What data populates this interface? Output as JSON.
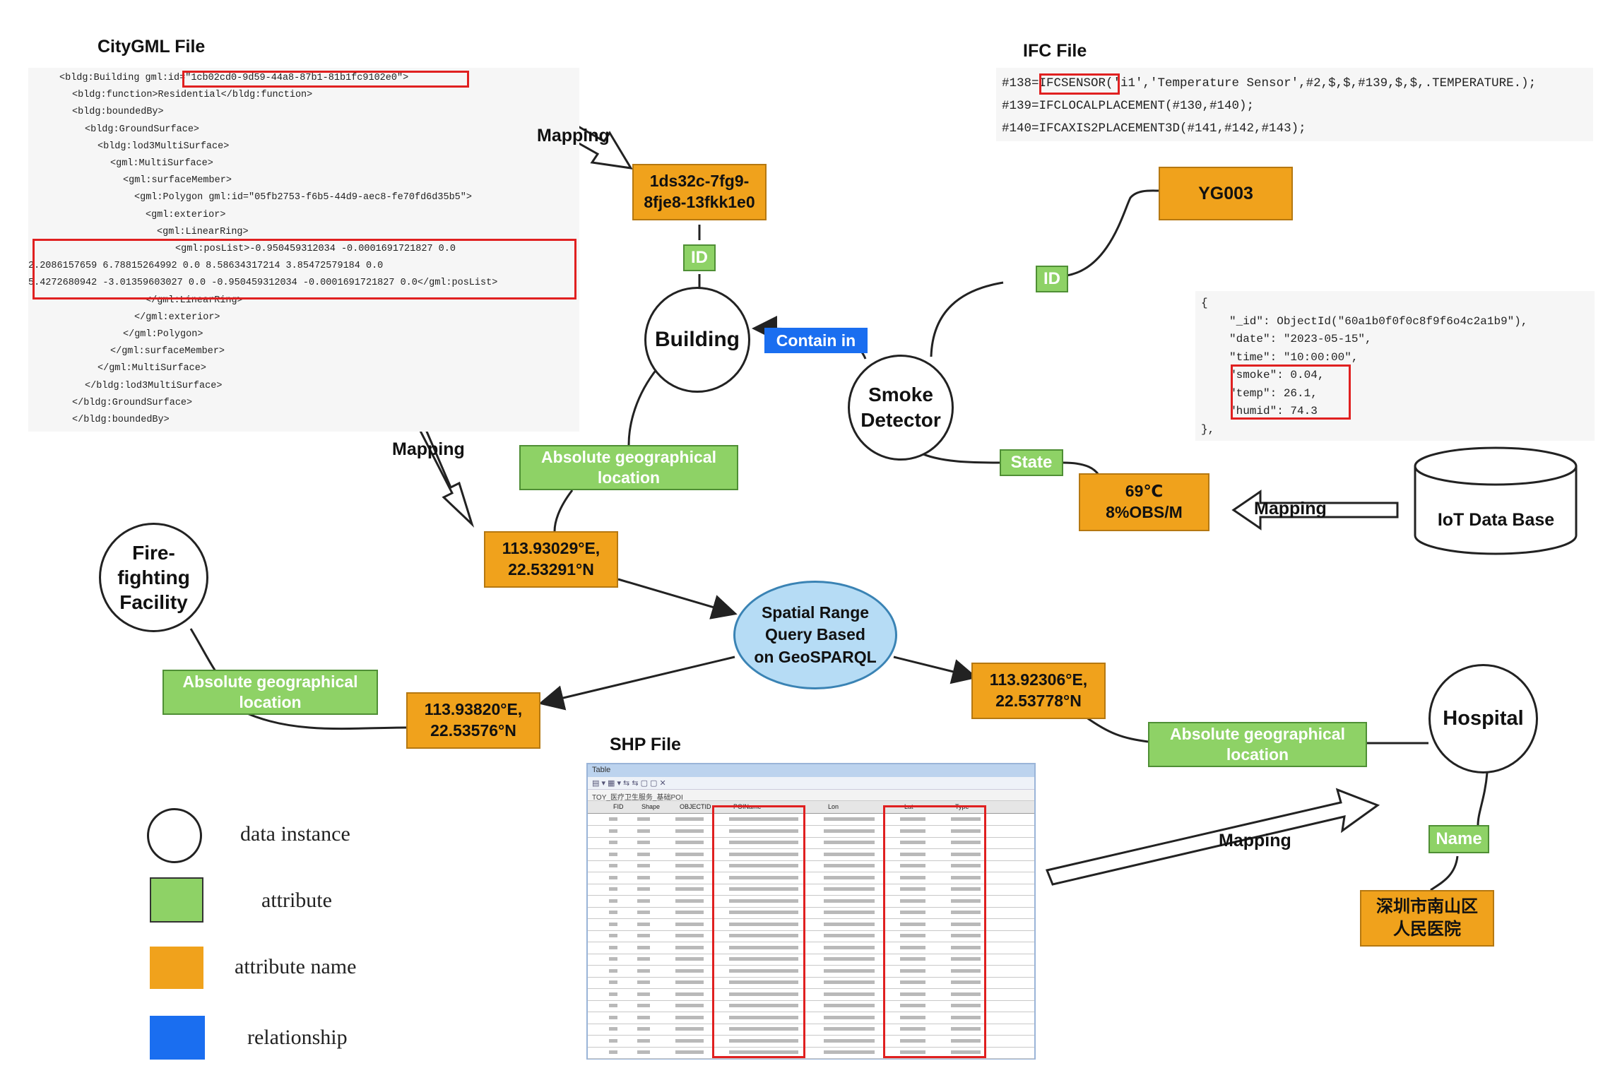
{
  "citygml": {
    "title": "CityGML File",
    "lines": [
      "<bldg:Building gml:id=\"1cb02cd0-9d59-44a8-87b1-81b1fc9102e0\">",
      "<bldg:function>Residential</bldg:function>",
      "<bldg:boundedBy>",
      "<bldg:GroundSurface>",
      "<bldg:lod3MultiSurface>",
      "<gml:MultiSurface>",
      "<gml:surfaceMember>",
      "<gml:Polygon gml:id=\"05fb2753-f6b5-44d9-aec8-fe70fd6d35b5\">",
      "<gml:exterior>",
      "<gml:LinearRing>",
      "<gml:posList>-0.950459312034 -0.0001691721827 0.0",
      "2.2086157659 6.78815264992 0.0 8.58634317214 3.85472579184 0.0",
      "5.4272680942 -3.01359603027 0.0 -0.950459312034 -0.0001691721827 0.0</gml:posList>",
      "</gml:LinearRing>",
      "</gml:exterior>",
      "</gml:Polygon>",
      "</gml:surfaceMember>",
      "</gml:MultiSurface>",
      "</bldg:lod3MultiSurface>",
      "</bldg:GroundSurface>",
      "</bldg:boundedBy>"
    ]
  },
  "ifc": {
    "title": "IFC File",
    "lines": [
      "#138=IFCSENSOR('i1','Temperature Sensor',#2,$,$,#139,$,$,.TEMPERATURE.);",
      "#139=IFCLOCALPLACEMENT(#130,#140);",
      "#140=IFCAXIS2PLACEMENT3D(#141,#142,#143);"
    ]
  },
  "json_record": {
    "lines": [
      "{",
      "\"_id\": ObjectId(\"60a1b0f0f0c8f9f6o4c2a1b9\"),",
      "\"date\": \"2023-05-15\",",
      "\"time\": \"10:00:00\",",
      "\"smoke\": 0.04,",
      "\"temp\": 26.1,",
      "\"humid\": 74.3",
      "},"
    ]
  },
  "nodes": {
    "building": "Building",
    "smoke_detector": "Smoke Detector",
    "firefighting": "Fire-fighting Facility",
    "hospital": "Hospital",
    "query": "Spatial Range Query Based on GeoSPARQL"
  },
  "values": {
    "building_id": "1ds32c-7fg9-8fje8-13fkk1e0",
    "detector_id": "YG003",
    "building_loc": "113.93029°E, 22.53291°N",
    "fire_loc": "113.93820°E, 22.53576°N",
    "hospital_loc": "113.92306°E, 22.53778°N",
    "state": "69℃ 8%OBS/M",
    "hospital_name": "深圳市南山区人民医院"
  },
  "attributes": {
    "id": "ID",
    "abs_loc": "Absolute geographical location",
    "state": "State",
    "name": "Name"
  },
  "relationship": "Contain in",
  "mapping_label": "Mapping",
  "iot_db": "IoT Data Base",
  "shp": {
    "title": "SHP File",
    "window_title": "Table",
    "tab_label": "TOY_医疗卫生服务_基础POI",
    "columns": [
      "FID",
      "Shape",
      "OBJECTID",
      "POIName",
      "Lon",
      "Lat",
      "Type"
    ]
  },
  "legend": [
    {
      "key": "instance",
      "label": "data instance"
    },
    {
      "key": "attribute",
      "label": "attribute"
    },
    {
      "key": "attribute_name",
      "label": "attribute name"
    },
    {
      "key": "relationship",
      "label": "relationship"
    }
  ],
  "colors": {
    "attribute_name": "#f0a21c",
    "attribute": "#8ed266",
    "relationship": "#1a6ef0",
    "query": "#b6dcf5",
    "highlight": "#e02020"
  }
}
